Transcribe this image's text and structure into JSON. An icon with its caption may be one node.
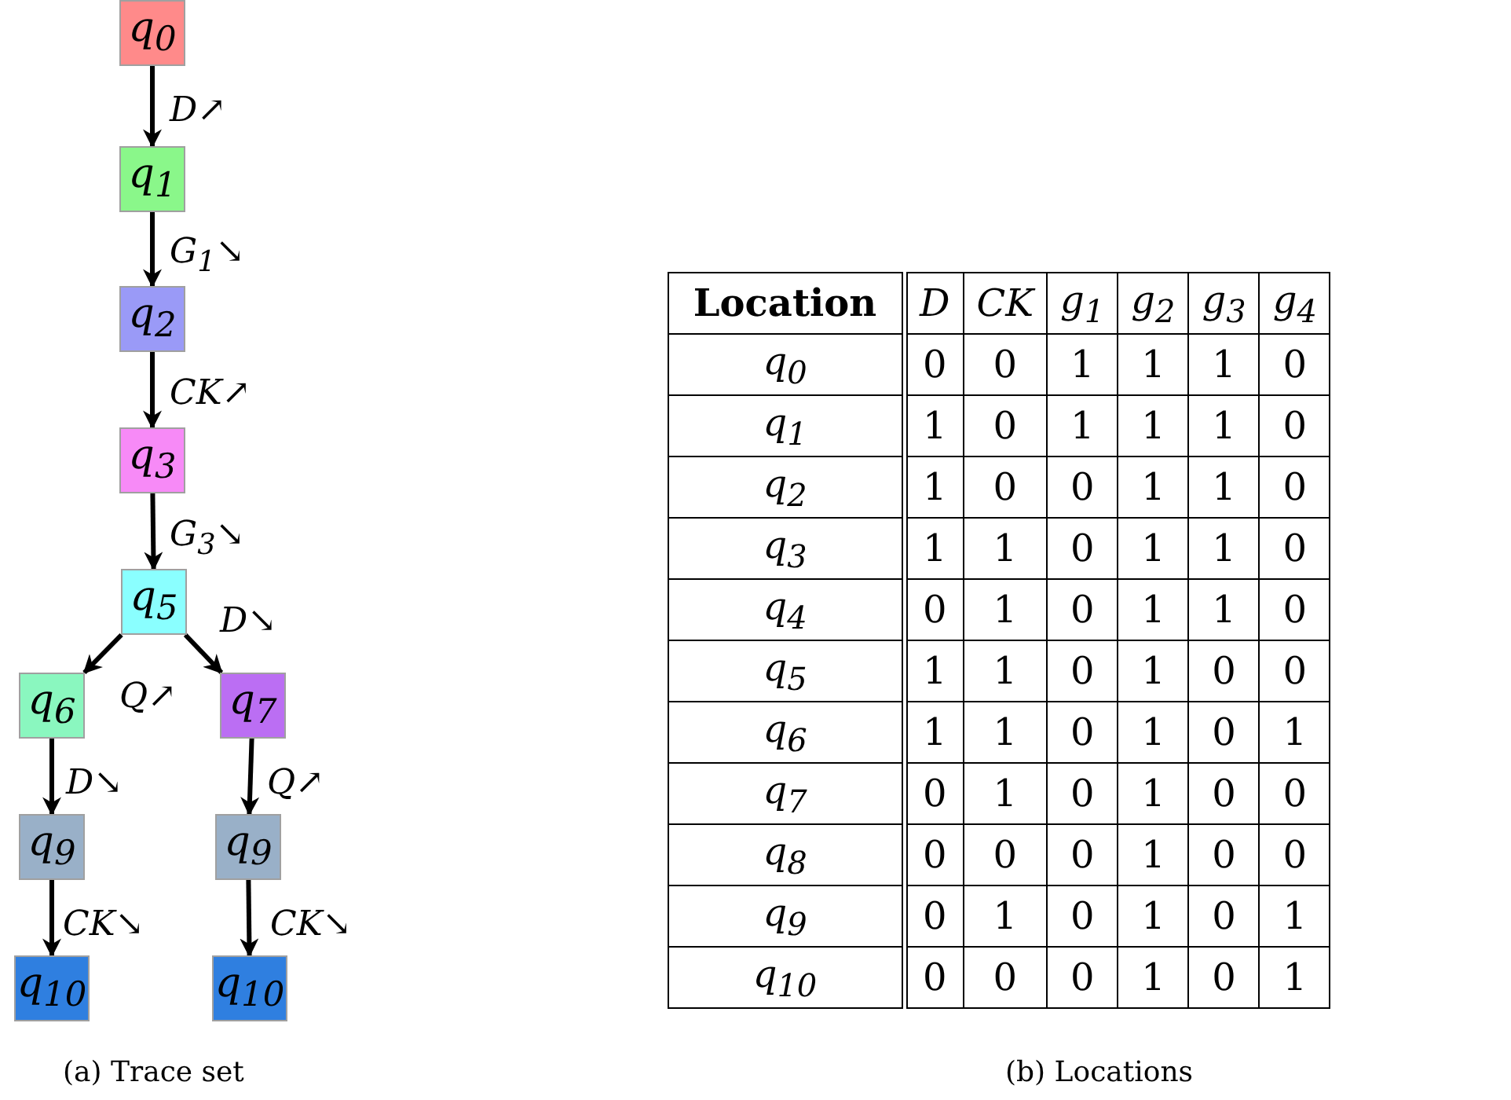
{
  "diagram": {
    "nodes": [
      {
        "text": [
          "q$_{0}$"
        ]
      },
      {
        "text": [
          "q$_{1}$"
        ]
      },
      {
        "text": [
          "q$_{2}$"
        ]
      },
      {
        "text": [
          "q$_{3}$"
        ]
      },
      {
        "text": [
          "q$_{5}$"
        ]
      },
      {
        "text": [
          "q$_{6}$"
        ]
      },
      {
        "text": [
          "q$_{7}$"
        ]
      },
      {
        "text": [
          "q$_{9}$"
        ]
      },
      {
        "text": [
          "q$_{9}$"
        ]
      },
      {
        "text": [
          "q$_{10}$"
        ]
      },
      {
        "text": [
          "q$_{10}$"
        ]
      }
    ],
    "edges": [
      {
        "from": 0,
        "to": 1,
        "arrow": "to",
        "label": "D↗"
      },
      {
        "from": 1,
        "to": 2,
        "arrow": "to",
        "label": "G$_{1}$↘"
      },
      {
        "from": 2,
        "to": 3,
        "arrow": "to",
        "label": "CK↗"
      },
      {
        "from": 3,
        "to": 4,
        "arrow": "to",
        "label": "G$_{3}$↘"
      },
      {
        "from": 4,
        "to": 5,
        "arrow": "to",
        "label": "Q↗"
      },
      {
        "from": 4,
        "to": 6,
        "arrow": "to",
        "label": "D↘"
      },
      {
        "from": 5,
        "to": 7,
        "arrow": "to",
        "label": "D↘"
      },
      {
        "from": 6,
        "to": 8,
        "arrow": "to",
        "label": "Q↗"
      },
      {
        "from": 7,
        "to": 9,
        "arrow": "to",
        "label": "CK↘"
      },
      {
        "from": 8,
        "to": 10,
        "arrow": "to",
        "label": "CK↘"
      }
    ],
    "labels": [
      "Location",
      "D",
      "CK",
      "g$_{1}$",
      "g$_{2}$",
      "g$_{3}$",
      "g$_{4}$",
      "q$_{0}$",
      "0",
      "0",
      "1",
      "1",
      "1",
      "0",
      "q$_{1}$",
      "1",
      "0",
      "1",
      "1",
      "1",
      "0",
      "q$_{2}$",
      "1",
      "0",
      "0",
      "1",
      "1",
      "0",
      "q$_{3}$",
      "1",
      "1",
      "0",
      "1",
      "1",
      "0",
      "q$_{4}$",
      "0",
      "1",
      "0",
      "1",
      "1",
      "0",
      "q$_{5}$",
      "1",
      "1",
      "0",
      "1",
      "0",
      "0",
      "q$_{6}$",
      "1",
      "1",
      "0",
      "1",
      "0",
      "1",
      "q$_{7}$",
      "0",
      "1",
      "0",
      "1",
      "0",
      "0",
      "q$_{8}$",
      "0",
      "0",
      "0",
      "1",
      "0",
      "0",
      "q$_{9}$",
      "0",
      "1",
      "0",
      "1",
      "0",
      "1",
      "q$_{10}$",
      "0",
      "0",
      "0",
      "1",
      "0",
      "1",
      "(a)  Trace set",
      "(b)  Locations"
    ]
  }
}
